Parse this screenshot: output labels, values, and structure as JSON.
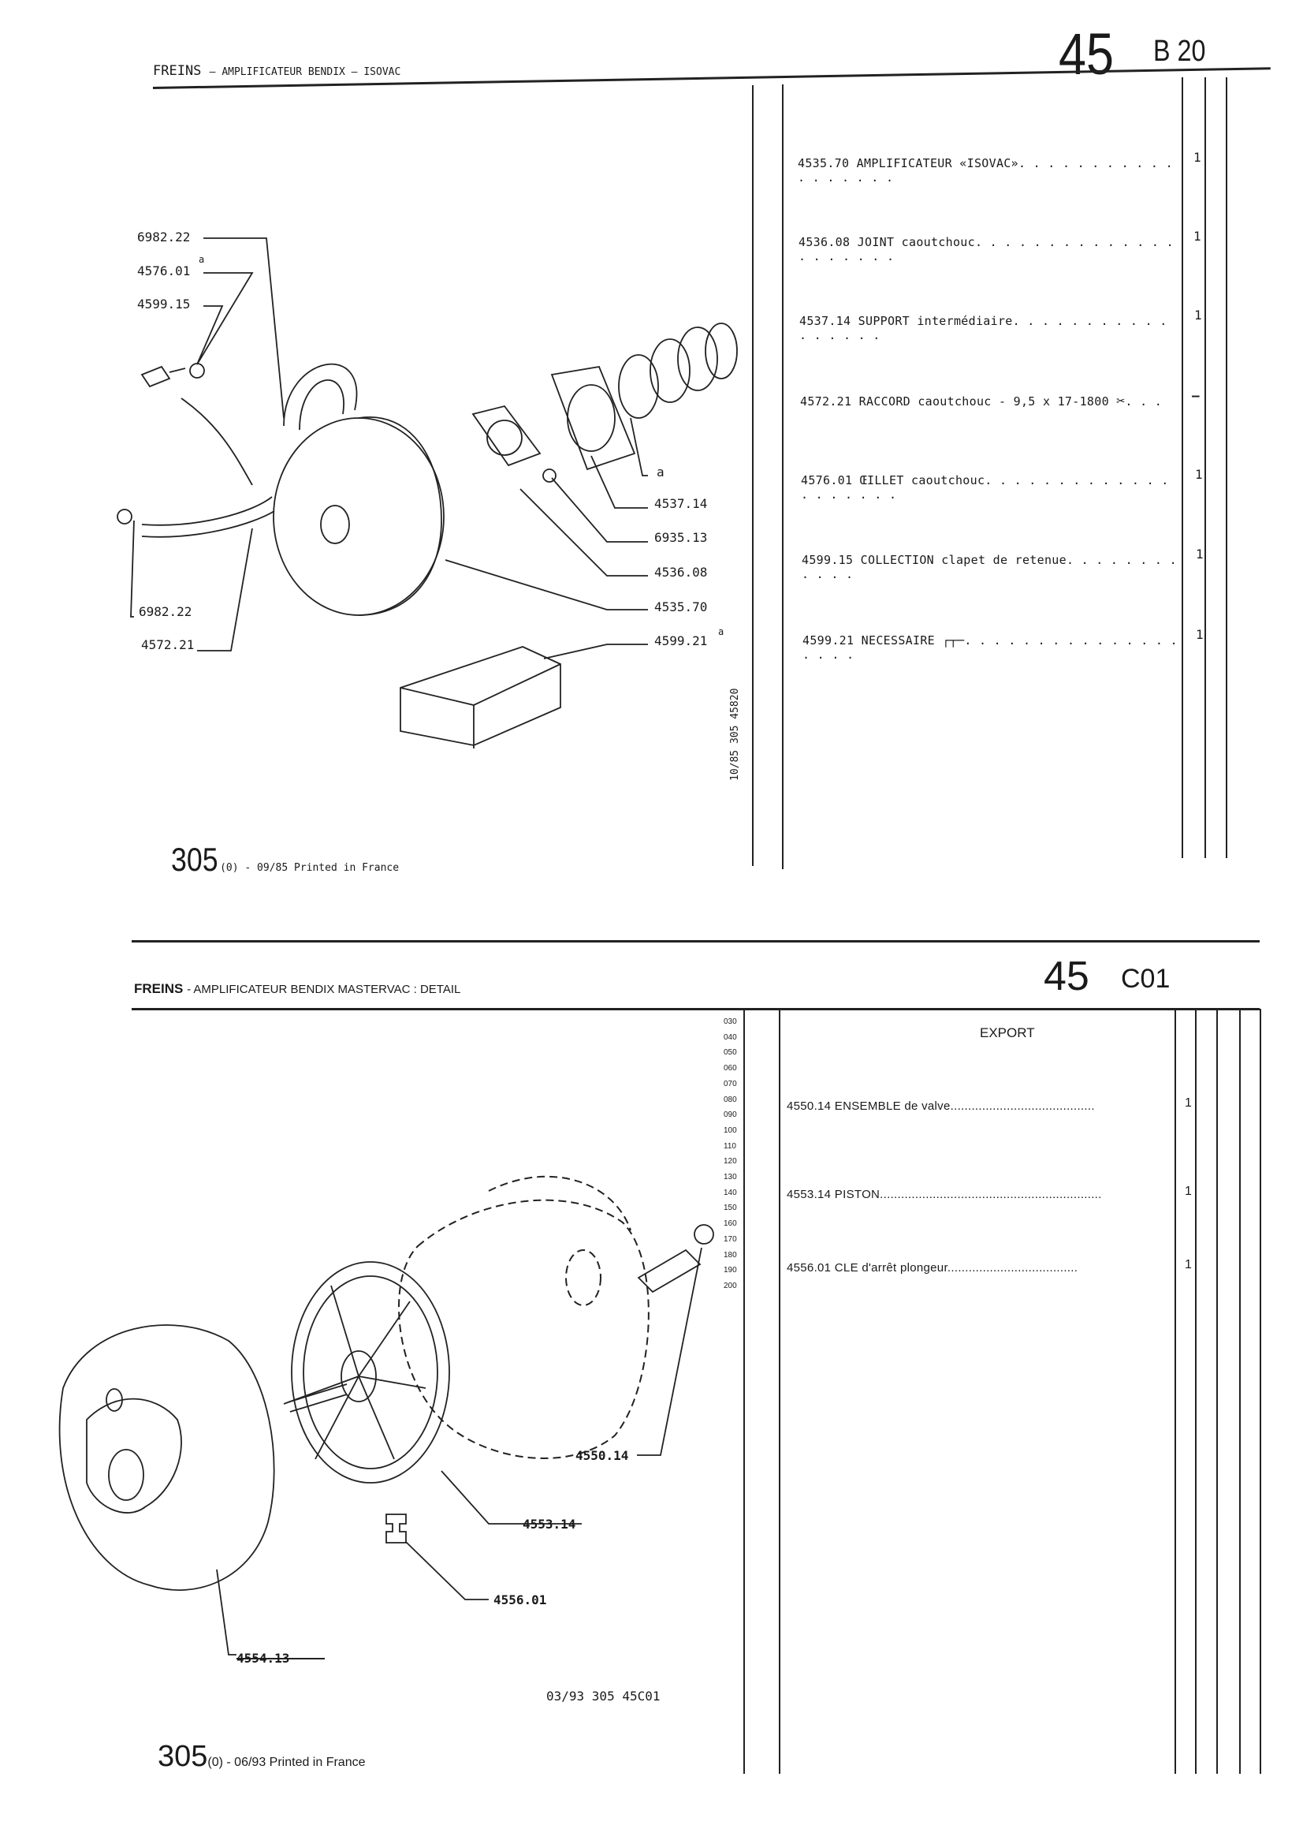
{
  "top_page": {
    "title_main": "FREINS",
    "title_sub": "– AMPLIFICATEUR BENDIX – ISOVAC",
    "section_number": "45",
    "section_code": "B 20",
    "vertical_ref": "10/85 305 45820",
    "footer_model": "305",
    "footer_text": "(0) - 09/85 Printed in France",
    "diagram_labels": {
      "l6982_22_top": "6982.22",
      "l4576_01": "4576.01",
      "l4599_15": "4599.15",
      "l4537_14": "4537.14",
      "l6935_13": "6935.13",
      "l4536_08": "4536.08",
      "l4535_70": "4535.70",
      "l4599_21": "4599.21",
      "l6982_22_bottom": "6982.22",
      "l4572_21": "4572.21",
      "note_a": "a",
      "sup_a": "a"
    },
    "parts": [
      {
        "ref": "4535.70",
        "desc": "AMPLIFICATEUR «ISOVAC»",
        "qty": "1"
      },
      {
        "ref": "4536.08",
        "desc": "JOINT caoutchouc",
        "qty": "1"
      },
      {
        "ref": "4537.14",
        "desc": "SUPPORT intermédiaire",
        "qty": "1"
      },
      {
        "ref": "4572.21",
        "desc": "RACCORD caoutchouc - 9,5 x 17-1800",
        "qty": "–"
      },
      {
        "ref": "4576.01",
        "desc": "ŒILLET caoutchouc",
        "qty": "1"
      },
      {
        "ref": "4599.15",
        "desc": "COLLECTION clapet de retenue",
        "qty": "1"
      },
      {
        "ref": "4599.21",
        "desc": "NECESSAIRE",
        "qty": "1"
      }
    ]
  },
  "bottom_page": {
    "title_main": "FREINS",
    "title_sub": "- AMPLIFICATEUR BENDIX MASTERVAC : DETAIL",
    "section_number": "45",
    "section_code": "C01",
    "export_label": "EXPORT",
    "ruler": [
      "030",
      "040",
      "050",
      "060",
      "070",
      "080",
      "090",
      "100",
      "110",
      "120",
      "130",
      "140",
      "150",
      "160",
      "170",
      "180",
      "190",
      "200"
    ],
    "diagram_labels": {
      "l4550_14": "4550.14",
      "l4553_14": "4553.14",
      "l4556_01": "4556.01",
      "l4554_13": "4554.13"
    },
    "parts": [
      {
        "ref": "4550.14",
        "desc": "ENSEMBLE de valve",
        "qty": "1"
      },
      {
        "ref": "4553.14",
        "desc": "PISTON",
        "qty": "1"
      },
      {
        "ref": "4556.01",
        "desc": "CLE d'arrêt plongeur",
        "qty": "1"
      }
    ],
    "doc_ref": "03/93 305 45C01",
    "footer_model": "305",
    "footer_text": "(0) - 06/93 Printed in France"
  }
}
